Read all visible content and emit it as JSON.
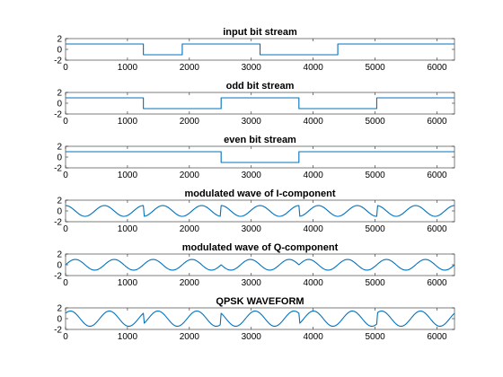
{
  "colors": {
    "line": "#0072BD",
    "axes": "#262626",
    "background": "#ffffff"
  },
  "chart_data": [
    {
      "type": "line",
      "title": "input bit stream",
      "xlim": [
        0,
        6283
      ],
      "ylim": [
        -2,
        2
      ],
      "xticks": [
        0,
        1000,
        2000,
        3000,
        4000,
        5000,
        6000
      ],
      "yticks": [
        -2,
        0,
        2
      ],
      "series": [
        {
          "x": [
            0,
            1257,
            1257,
            1885,
            1885,
            3142,
            3142,
            4398,
            4398,
            6283
          ],
          "y": [
            1,
            1,
            -1,
            -1,
            1,
            1,
            -1,
            -1,
            1,
            1
          ]
        }
      ]
    },
    {
      "type": "line",
      "title": "odd bit stream",
      "xlim": [
        0,
        6283
      ],
      "ylim": [
        -2,
        2
      ],
      "xticks": [
        0,
        1000,
        2000,
        3000,
        4000,
        5000,
        6000
      ],
      "yticks": [
        -2,
        0,
        2
      ],
      "series": [
        {
          "x": [
            0,
            1257,
            1257,
            2513,
            2513,
            3770,
            3770,
            5027,
            5027,
            6283
          ],
          "y": [
            1,
            1,
            -1,
            -1,
            1,
            1,
            -1,
            -1,
            1,
            1
          ]
        }
      ]
    },
    {
      "type": "line",
      "title": "even bit stream",
      "xlim": [
        0,
        6283
      ],
      "ylim": [
        -2,
        2
      ],
      "xticks": [
        0,
        1000,
        2000,
        3000,
        4000,
        5000,
        6000
      ],
      "yticks": [
        -2,
        0,
        2
      ],
      "series": [
        {
          "x": [
            0,
            2513,
            2513,
            3770,
            3770,
            6283
          ],
          "y": [
            1,
            1,
            -1,
            -1,
            1,
            1
          ]
        }
      ]
    },
    {
      "type": "line",
      "title": "modulated wave of I-component",
      "xlim": [
        0,
        6283
      ],
      "ylim": [
        -2,
        2
      ],
      "xticks": [
        0,
        1000,
        2000,
        3000,
        4000,
        5000,
        6000
      ],
      "yticks": [
        -2,
        0,
        2
      ],
      "series": [
        {
          "x_start": 0,
          "x_end": 6283,
          "samples": 421,
          "waveform": "bit * cos(x/100)",
          "bits": [
            [
              0,
              1257,
              1
            ],
            [
              1257,
              2513,
              -1
            ],
            [
              2513,
              3770,
              1
            ],
            [
              3770,
              5027,
              -1
            ],
            [
              5027,
              6283,
              1
            ]
          ]
        }
      ]
    },
    {
      "type": "line",
      "title": "modulated wave of Q-component",
      "xlim": [
        0,
        6283
      ],
      "ylim": [
        -2,
        2
      ],
      "xticks": [
        0,
        1000,
        2000,
        3000,
        4000,
        5000,
        6000
      ],
      "yticks": [
        -2,
        0,
        2
      ],
      "series": [
        {
          "x_start": 0,
          "x_end": 6283,
          "samples": 421,
          "waveform": "bit * sin(x/100)",
          "bits": [
            [
              0,
              2513,
              1
            ],
            [
              2513,
              3770,
              -1
            ],
            [
              3770,
              6283,
              1
            ]
          ]
        }
      ]
    },
    {
      "type": "line",
      "title": "QPSK WAVEFORM",
      "xlim": [
        0,
        6283
      ],
      "ylim": [
        -2,
        2
      ],
      "xticks": [
        0,
        1000,
        2000,
        3000,
        4000,
        5000,
        6000
      ],
      "yticks": [
        -2,
        0,
        2
      ],
      "series": [
        {
          "x_start": 0,
          "x_end": 6283,
          "samples": 421,
          "waveform": "I + Q",
          "components": [
            {
              "fn": "cos",
              "bits": [
                [
                  0,
                  1257,
                  1
                ],
                [
                  1257,
                  2513,
                  -1
                ],
                [
                  2513,
                  3770,
                  1
                ],
                [
                  3770,
                  5027,
                  -1
                ],
                [
                  5027,
                  6283,
                  1
                ]
              ]
            },
            {
              "fn": "sin",
              "bits": [
                [
                  0,
                  2513,
                  1
                ],
                [
                  2513,
                  3770,
                  -1
                ],
                [
                  3770,
                  6283,
                  1
                ]
              ]
            }
          ]
        }
      ]
    }
  ]
}
